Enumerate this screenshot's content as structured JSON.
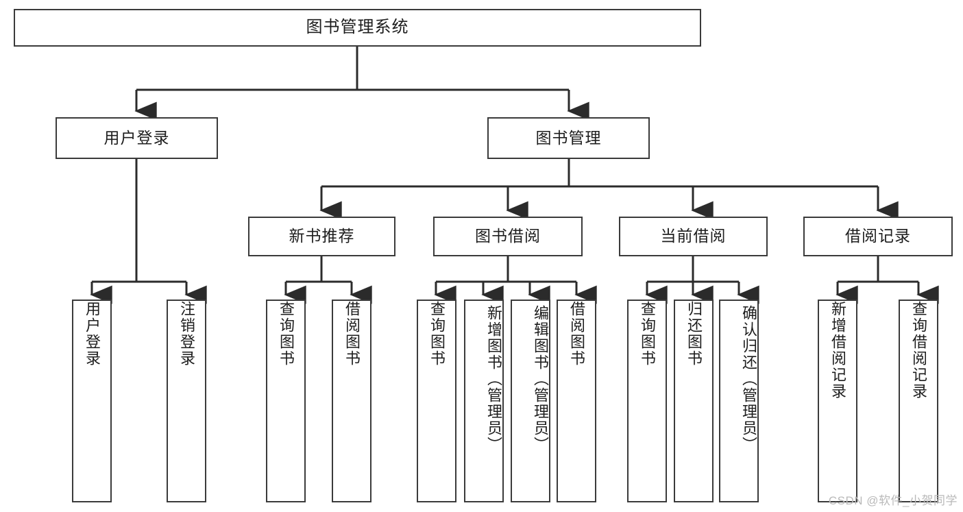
{
  "diagram": {
    "type": "tree",
    "title": "图书管理系统",
    "levels": 4,
    "root": {
      "id": "root",
      "label": "图书管理系统"
    },
    "level2": [
      {
        "id": "user-login",
        "label": "用户登录"
      },
      {
        "id": "book-manage",
        "label": "图书管理"
      }
    ],
    "level3": [
      {
        "id": "new-book-rec",
        "label": "新书推荐",
        "parent": "book-manage"
      },
      {
        "id": "book-borrow",
        "label": "图书借阅",
        "parent": "book-manage"
      },
      {
        "id": "current-borrow",
        "label": "当前借阅",
        "parent": "book-manage"
      },
      {
        "id": "borrow-record",
        "label": "借阅记录",
        "parent": "book-manage"
      }
    ],
    "leaves": [
      {
        "id": "leaf-user-login",
        "label": "用户登录",
        "parent": "user-login"
      },
      {
        "id": "leaf-logout",
        "label": "注销登录",
        "parent": "user-login"
      },
      {
        "id": "leaf-query-book-1",
        "label": "查询图书",
        "parent": "new-book-rec"
      },
      {
        "id": "leaf-borrow-book-1",
        "label": "借阅图书",
        "parent": "new-book-rec"
      },
      {
        "id": "leaf-query-book-2",
        "label": "查询图书",
        "parent": "book-borrow"
      },
      {
        "id": "leaf-add-book",
        "label": "新增图书（管理员）",
        "parent": "book-borrow"
      },
      {
        "id": "leaf-edit-book",
        "label": "编辑图书（管理员）",
        "parent": "book-borrow"
      },
      {
        "id": "leaf-borrow-book-2",
        "label": "借阅图书",
        "parent": "book-borrow"
      },
      {
        "id": "leaf-query-book-3",
        "label": "查询图书",
        "parent": "current-borrow"
      },
      {
        "id": "leaf-return-book",
        "label": "归还图书",
        "parent": "current-borrow"
      },
      {
        "id": "leaf-confirm-return",
        "label": "确认归还（管理员）",
        "parent": "current-borrow"
      },
      {
        "id": "leaf-add-record",
        "label": "新增借阅记录",
        "parent": "borrow-record"
      },
      {
        "id": "leaf-query-record",
        "label": "查询借阅记录",
        "parent": "borrow-record"
      }
    ]
  },
  "watermark": {
    "text": "CSDN @软件_小贺同学"
  },
  "colors": {
    "border": "#3a3a3a",
    "background": "#ffffff",
    "text": "#1d1d1d",
    "connector": "#2b2b2b",
    "watermark": "#b9b9b9"
  }
}
